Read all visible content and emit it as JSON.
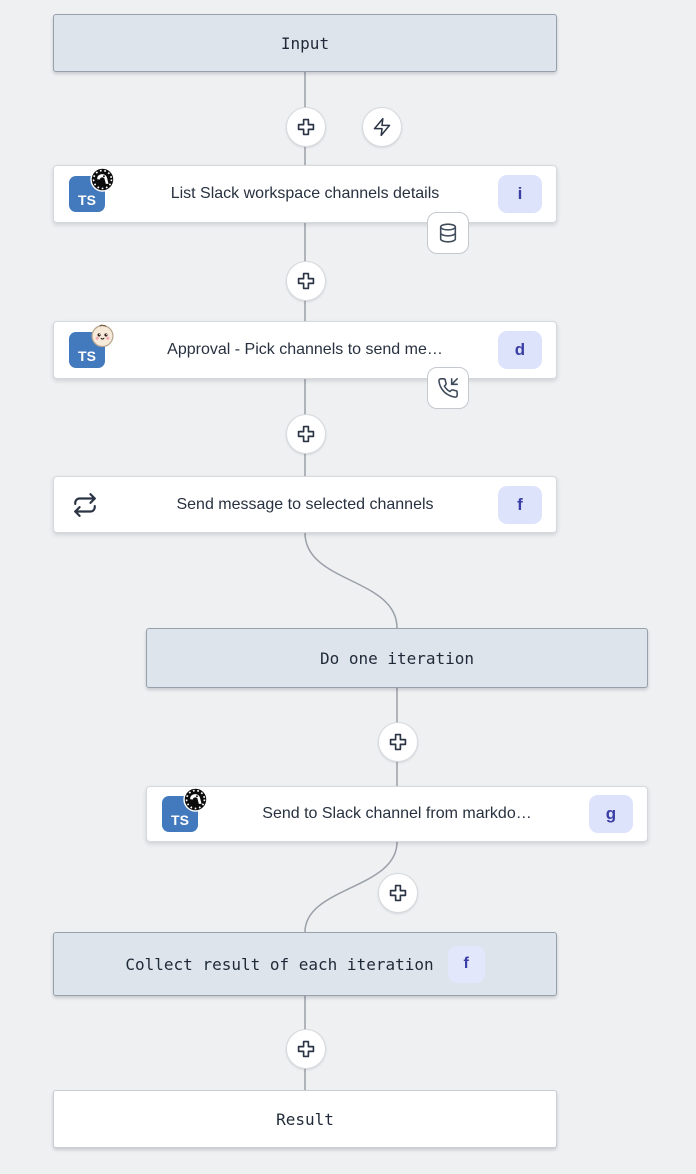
{
  "flow": {
    "input": {
      "label": "Input"
    },
    "steps": [
      {
        "label": "List Slack workspace channels details",
        "badge": "i",
        "runtime": "deno",
        "lang_label": "TS",
        "attachment": "cache-database"
      },
      {
        "label": "Approval - Pick channels to send me…",
        "badge": "d",
        "runtime": "bun",
        "lang_label": "TS",
        "attachment": "suspend-phone-incoming"
      },
      {
        "label": "Send message to selected channels",
        "badge": "f",
        "runtime": "forloop"
      },
      {
        "label": "Send to Slack channel from markdo…",
        "badge": "g",
        "runtime": "deno",
        "lang_label": "TS"
      }
    ],
    "iteration": {
      "label": "Do one iteration"
    },
    "collect": {
      "label": "Collect result of each iteration",
      "badge": "f"
    },
    "result": {
      "label": "Result"
    }
  },
  "icons": {
    "plus": "add-step-icon",
    "zap": "add-trigger-icon",
    "database": "cache-icon",
    "phone_incoming": "suspend-approval-icon",
    "repeat": "forloop-icon",
    "deno": "deno-runtime-icon",
    "bun": "bun-runtime-icon"
  },
  "colors": {
    "canvas_bg": "#eef0f2",
    "virtual_box_bg": "#dde4ec",
    "virtual_box_border": "#97a1ad",
    "node_bg": "#ffffff",
    "node_border": "#d5d9dd",
    "badge_bg": "#dde3fb",
    "badge_text": "#3b3ea6",
    "ts_blue": "#4379bd",
    "wire": "#9aa0a8",
    "text_dark": "#1f2937"
  }
}
